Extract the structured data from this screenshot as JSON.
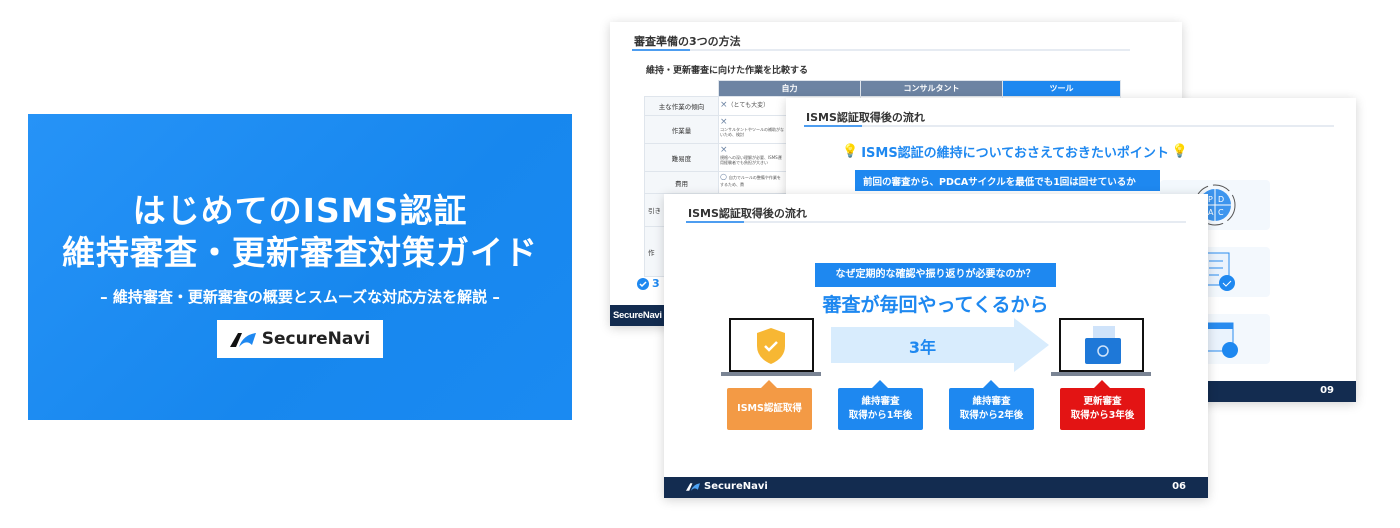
{
  "cover": {
    "title_line1": "はじめてのISMS認証",
    "title_line2": "維持審査・更新審査対策ガイド",
    "subtitle": "– 維持審査・更新審査の概要とスムーズな対応方法を解説 –",
    "brand": "SecureNavi"
  },
  "slide_back": {
    "title": "審査準備の3つの方法",
    "subtitle": "維持・更新審査に向けた作業を比較する",
    "columns": [
      "自力",
      "コンサルタント",
      "ツール"
    ],
    "rows": [
      {
        "label": "主な作業の傾向",
        "mark": "×",
        "note": "（とても大変）"
      },
      {
        "label": "作業量",
        "mark": "×",
        "note": "コンサルタントやツールの補助がないため、検討"
      },
      {
        "label": "難易度",
        "mark": "×",
        "note": "規格への深い理解が必要、ISMS運用経験者でも負担が大きい"
      },
      {
        "label": "費用",
        "mark": "○",
        "note": "自力でルールの整備や作業をするため、費"
      },
      {
        "label": "引き",
        "mark": "",
        "note": ""
      },
      {
        "label": "作",
        "mark": "",
        "note": ""
      }
    ],
    "check_text": "3",
    "footer_brand": "SecureNavi",
    "colors": {
      "column_gray": "#6d84a3",
      "column_blue": "#1e88f0"
    }
  },
  "slide_middle": {
    "title": "ISMS認証取得後の流れ",
    "heading": "ISMS認証の維持についておさえておきたいポイント",
    "point": "前回の審査から、PDCAサイクルを最低でも1回は回せているか",
    "pdca": [
      "P",
      "D",
      "A",
      "C"
    ],
    "page": "09",
    "icons": [
      "pdca-cycle-icon",
      "checklist-icon",
      "calendar-refresh-icon"
    ]
  },
  "slide_front": {
    "title": "ISMS認証取得後の流れ",
    "question": "なぜ定期的な確認や振り返りが必要なのか？",
    "answer": "審査が毎回やってくるから",
    "period": "3年",
    "steps": [
      {
        "line1": "ISMS認証取得",
        "line2": "",
        "color": "#f39a45"
      },
      {
        "line1": "維持審査",
        "line2": "取得から1年後",
        "color": "#1e88f0"
      },
      {
        "line1": "維持審査",
        "line2": "取得から2年後",
        "color": "#1e88f0"
      },
      {
        "line1": "更新審査",
        "line2": "取得から3年後",
        "color": "#e31414"
      }
    ],
    "footer_brand": "SecureNavi",
    "page": "06"
  }
}
